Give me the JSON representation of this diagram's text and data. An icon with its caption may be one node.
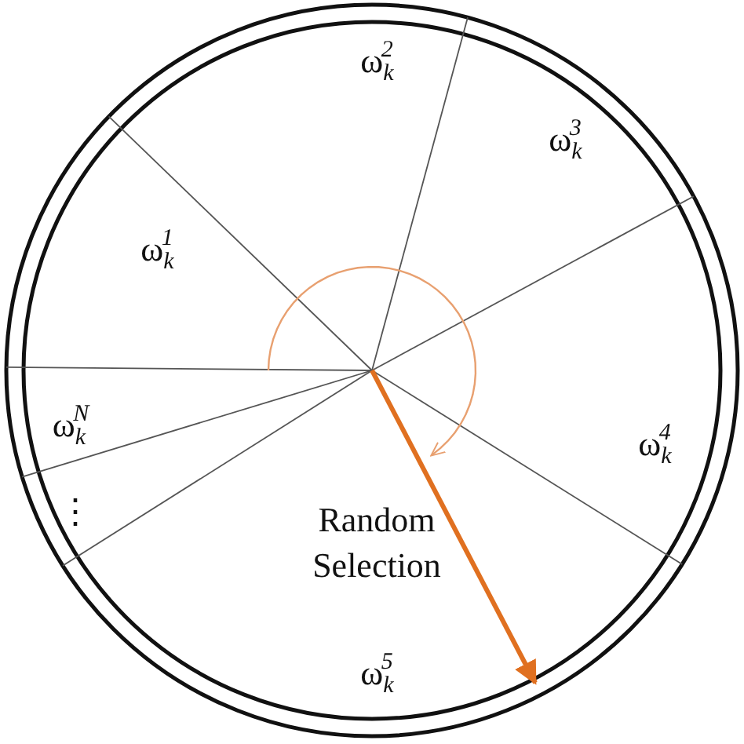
{
  "diagram": {
    "labels": [
      "ω$_{k}$$^{2}$",
      "ω$_{k}$$^{3}$",
      "ω$_{k}$$^{1}$",
      "ω$_{k}$$^{4}$",
      "ω$_{k}$$^{N}$",
      "⋮",
      "Random Selection",
      "ω$_{k}$$^{5}$"
    ]
  }
}
